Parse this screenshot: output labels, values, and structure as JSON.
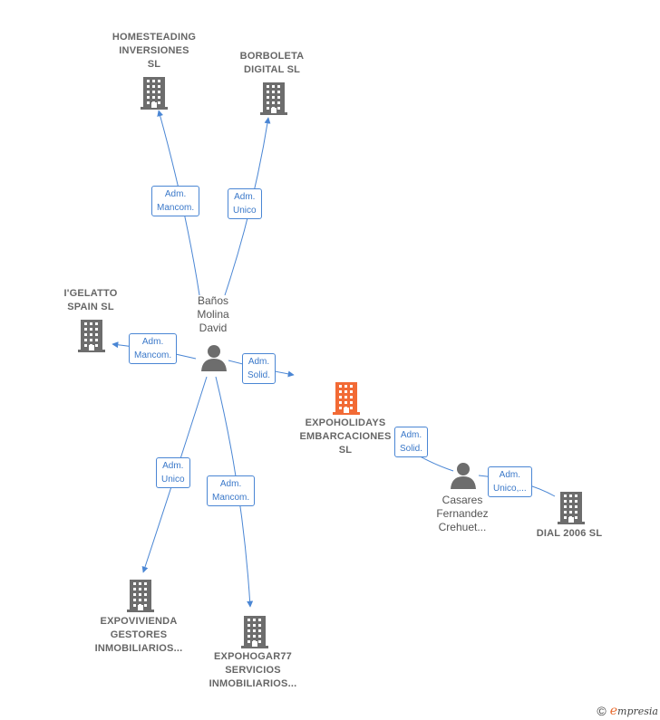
{
  "colors": {
    "edge": "#4a86d4",
    "building": "#6d6d6d",
    "building_focus": "#f26a35",
    "person": "#6d6d6d"
  },
  "nodes": {
    "homesteading": {
      "label": "HOMESTEADING\nINVERSIONES\nSL",
      "icon": "building-icon"
    },
    "borboleta": {
      "label": "BORBOLETA\nDIGITAL  SL",
      "icon": "building-icon"
    },
    "igelatto": {
      "label": "I'GELATTO\nSPAIN  SL",
      "icon": "building-icon"
    },
    "banos": {
      "label": "Baños\nMolina\nDavid",
      "icon": "person-icon"
    },
    "expoholidays": {
      "label": "EXPOHOLIDAYS\nEMBARCACIONES\nSL",
      "icon": "building-icon"
    },
    "casares": {
      "label": "Casares\nFernandez\nCrehuet...",
      "icon": "person-icon"
    },
    "dial2006": {
      "label": "DIAL 2006 SL",
      "icon": "building-icon"
    },
    "expovivienda": {
      "label": "EXPOVIVIENDA\nGESTORES\nINMOBILIARIOS...",
      "icon": "building-icon"
    },
    "expohogar": {
      "label": "EXPOHOGAR77\nSERVICIOS\nINMOBILIARIOS...",
      "icon": "building-icon"
    }
  },
  "relations": {
    "r1": "Adm.\nMancom.",
    "r2": "Adm.\nUnico",
    "r3": "Adm.\nMancom.",
    "r4": "Adm.\nSolid.",
    "r5": "Adm.\nSolid.",
    "r6": "Adm.\nUnico,...",
    "r7": "Adm.\nUnico",
    "r8": "Adm.\nMancom."
  },
  "footer": {
    "copyright": "©",
    "brand_initial": "e",
    "brand_rest": "mpresia"
  }
}
